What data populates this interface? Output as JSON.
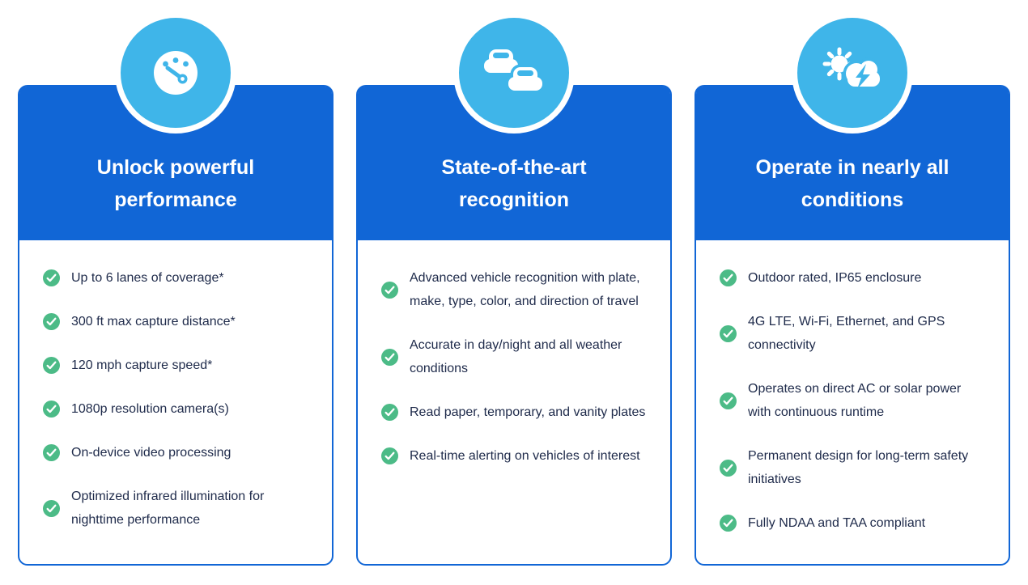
{
  "colors": {
    "header_blue": "#1166D6",
    "icon_circle_blue": "#3FB5E9",
    "check_green": "#4CBB87",
    "body_text": "#1E2A4A",
    "card_border": "#1166D6"
  },
  "cards": [
    {
      "icon": "speedometer-icon",
      "title_lines": [
        "Unlock powerful",
        "performance"
      ],
      "items": [
        "Up to 6 lanes of coverage*",
        "300 ft max capture distance*",
        "120 mph capture speed*",
        "1080p resolution camera(s)",
        "On-device video processing",
        "Optimized infrared illumination for nighttime performance"
      ]
    },
    {
      "icon": "traffic-cars-icon",
      "title_lines": [
        "State-of-the-art",
        "recognition"
      ],
      "items": [
        "Advanced vehicle recognition with plate, make, type, color, and direction of travel",
        "Accurate in day/night and all weather conditions",
        "Read paper, temporary, and vanity plates",
        "Real-time alerting on vehicles of interest"
      ]
    },
    {
      "icon": "sun-cloud-lightning-icon",
      "title_lines": [
        "Operate in nearly all",
        "conditions"
      ],
      "items": [
        "Outdoor rated, IP65 enclosure",
        "4G LTE, Wi-Fi, Ethernet, and GPS connectivity",
        "Operates on direct AC or solar power with continuous runtime",
        "Permanent design for long-term safety initiatives",
        "Fully NDAA and TAA compliant"
      ]
    }
  ]
}
